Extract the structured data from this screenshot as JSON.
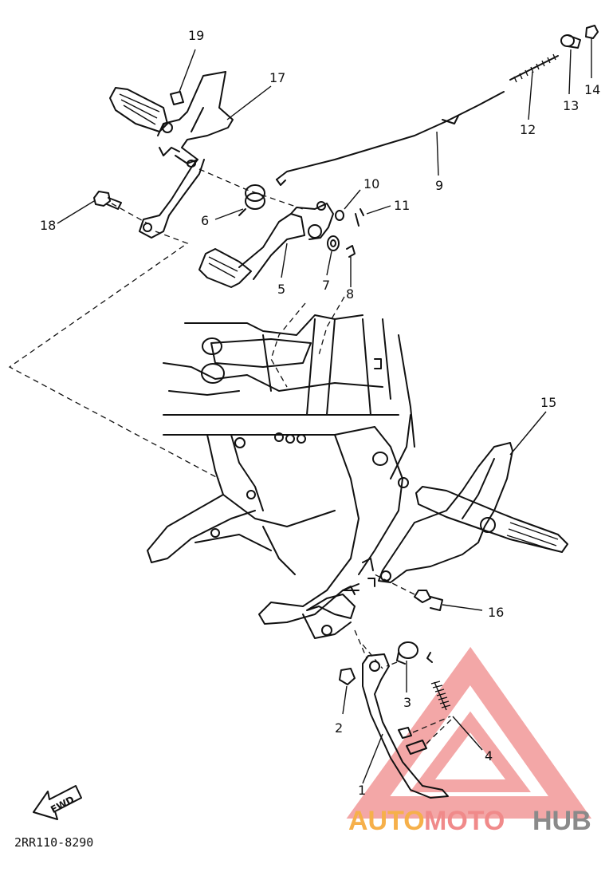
{
  "diagram_code": "2RR110-8290",
  "fwd_label": "FWD",
  "watermark": {
    "part1": "AUTO",
    "part2": "MOTO",
    "part3": "HUB",
    "color_main": "#f08a8a",
    "color_auto": "#f6b04a",
    "color_hub": "#8a8a8a"
  },
  "callouts": [
    "1",
    "2",
    "3",
    "4",
    "5",
    "6",
    "7",
    "8",
    "9",
    "10",
    "11",
    "12",
    "13",
    "14",
    "15",
    "16",
    "17",
    "18",
    "19"
  ]
}
